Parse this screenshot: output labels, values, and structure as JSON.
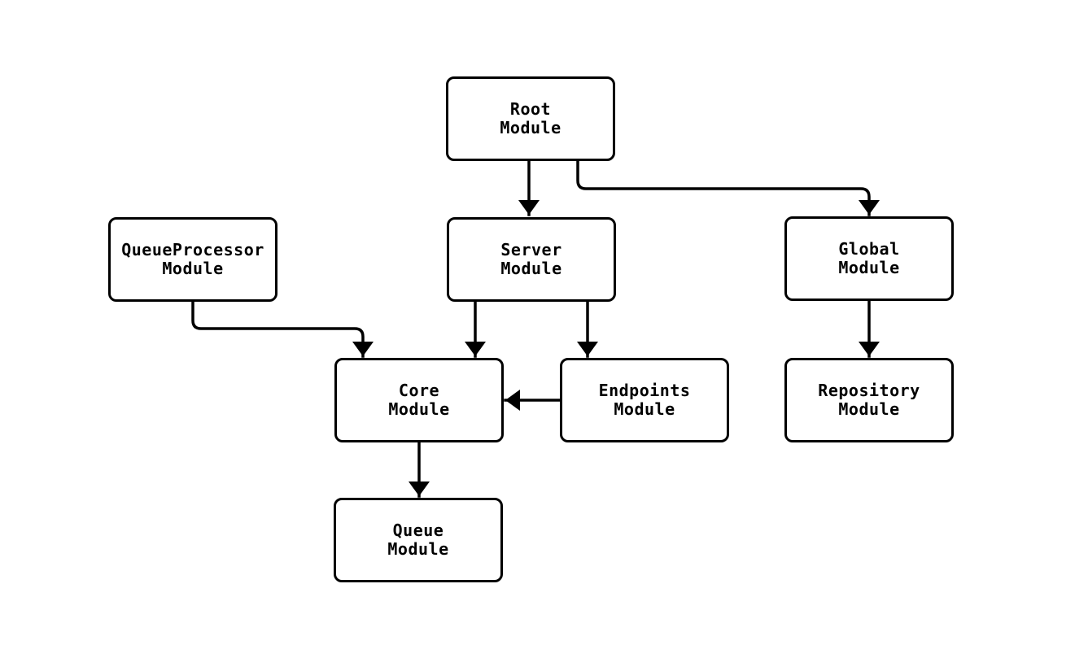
{
  "diagram": {
    "type": "flowchart",
    "background_color": "#ffffff",
    "node_fill_color": "#ffffff",
    "node_border_color": "#000000",
    "edge_color": "#000000",
    "text_color": "#000000",
    "nodes": [
      {
        "id": "root",
        "label": "Root\nModule"
      },
      {
        "id": "queueprocessor",
        "label": "QueueProcessor\nModule"
      },
      {
        "id": "server",
        "label": "Server\nModule"
      },
      {
        "id": "global",
        "label": "Global\nModule"
      },
      {
        "id": "core",
        "label": "Core\nModule"
      },
      {
        "id": "endpoints",
        "label": "Endpoints\nModule"
      },
      {
        "id": "repository",
        "label": "Repository\nModule"
      },
      {
        "id": "queue",
        "label": "Queue\nModule"
      }
    ],
    "edges": [
      {
        "from": "root",
        "to": "server"
      },
      {
        "from": "root",
        "to": "global"
      },
      {
        "from": "queueprocessor",
        "to": "core"
      },
      {
        "from": "server",
        "to": "core"
      },
      {
        "from": "server",
        "to": "endpoints"
      },
      {
        "from": "endpoints",
        "to": "core"
      },
      {
        "from": "global",
        "to": "repository"
      },
      {
        "from": "core",
        "to": "queue"
      }
    ]
  }
}
